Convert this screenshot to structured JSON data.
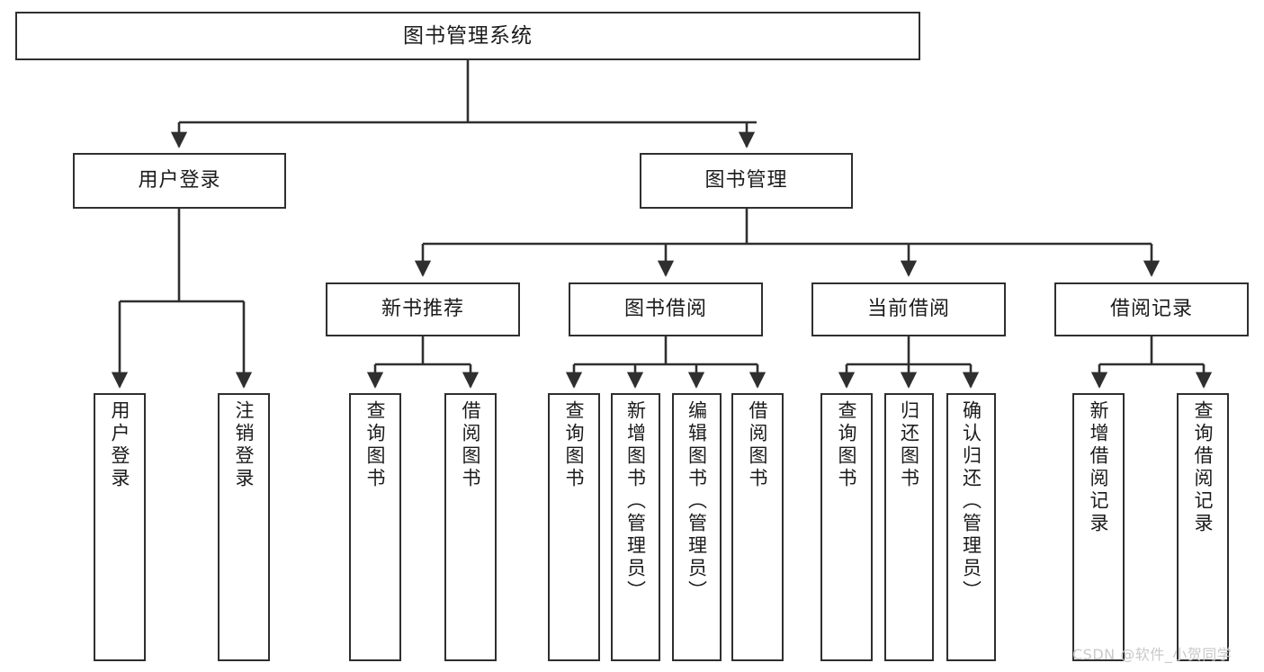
{
  "diagram": {
    "type": "tree-hierarchy",
    "title": "图书管理系统",
    "watermark": "CSDN @软件_小贺同学",
    "colors": {
      "box_border": "#2f2f2f",
      "box_fill": "#ffffff",
      "edge": "#2f2f2f",
      "text": "#1b1b1b",
      "watermark": "#c9c9c9",
      "background": "#ffffff"
    },
    "nodes": {
      "root": {
        "label": "图书管理系统"
      },
      "level2": [
        {
          "id": "user-login",
          "label": "用户登录"
        },
        {
          "id": "book-manage",
          "label": "图书管理"
        }
      ],
      "level3": [
        {
          "id": "new-book-recommend",
          "label": "新书推荐"
        },
        {
          "id": "book-borrow",
          "label": "图书借阅"
        },
        {
          "id": "current-borrow",
          "label": "当前借阅"
        },
        {
          "id": "borrow-record",
          "label": "借阅记录"
        }
      ],
      "leaves": [
        {
          "id": "leaf-user-login",
          "parent": "user-login",
          "label": "用户登录"
        },
        {
          "id": "leaf-logout",
          "parent": "user-login",
          "label": "注销登录"
        },
        {
          "id": "leaf-query-book-1",
          "parent": "new-book-recommend",
          "label": "查询图书"
        },
        {
          "id": "leaf-borrow-book-1",
          "parent": "new-book-recommend",
          "label": "借阅图书"
        },
        {
          "id": "leaf-query-book-2",
          "parent": "book-borrow",
          "label": "查询图书"
        },
        {
          "id": "leaf-add-book",
          "parent": "book-borrow",
          "label": "新增图书（管理员）"
        },
        {
          "id": "leaf-edit-book",
          "parent": "book-borrow",
          "label": "编辑图书（管理员）"
        },
        {
          "id": "leaf-borrow-book-2",
          "parent": "book-borrow",
          "label": "借阅图书"
        },
        {
          "id": "leaf-query-book-3",
          "parent": "current-borrow",
          "label": "查询图书"
        },
        {
          "id": "leaf-return-book",
          "parent": "current-borrow",
          "label": "归还图书"
        },
        {
          "id": "leaf-confirm-return",
          "parent": "current-borrow",
          "label": "确认归还（管理员）"
        },
        {
          "id": "leaf-add-record",
          "parent": "borrow-record",
          "label": "新增借阅记录"
        },
        {
          "id": "leaf-query-record",
          "parent": "borrow-record",
          "label": "查询借阅记录"
        }
      ]
    }
  }
}
